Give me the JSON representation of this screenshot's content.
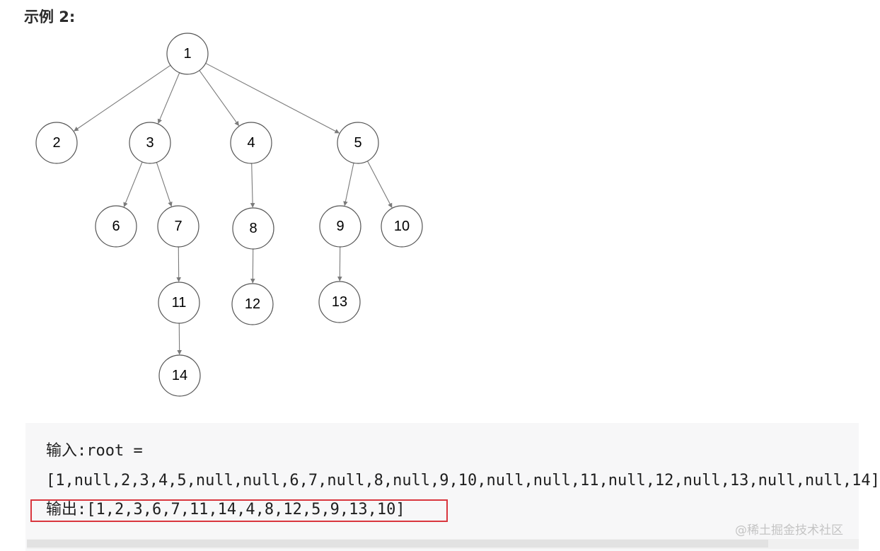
{
  "heading": "示例 2:",
  "tree": {
    "nodes": [
      "1",
      "2",
      "3",
      "4",
      "5",
      "6",
      "7",
      "8",
      "9",
      "10",
      "11",
      "12",
      "13",
      "14"
    ]
  },
  "code": {
    "line1": "输入:root =",
    "line2": "[1,null,2,3,4,5,null,null,6,7,null,8,null,9,10,null,null,11,null,12,null,13,null,null,14]",
    "line3": "输出:[1,2,3,6,7,11,14,4,8,12,5,9,13,10]"
  },
  "watermark": "@稀土掘金技术社区",
  "colors": {
    "highlight_border": "#d9363e",
    "code_background": "#f7f7f8"
  }
}
